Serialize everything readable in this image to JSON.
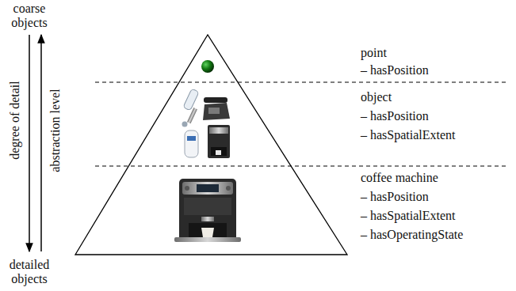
{
  "diagram": {
    "labels": [
      "coarse objects",
      "detailed objects",
      "degree of detail",
      "abstraction level",
      "point",
      "– hasPosition",
      "object",
      "– hasPosition",
      "– hasSpatialExtent",
      "coffee machine",
      "– hasPosition",
      "– hasSpatialExtent",
      "– hasOperatingState"
    ]
  }
}
